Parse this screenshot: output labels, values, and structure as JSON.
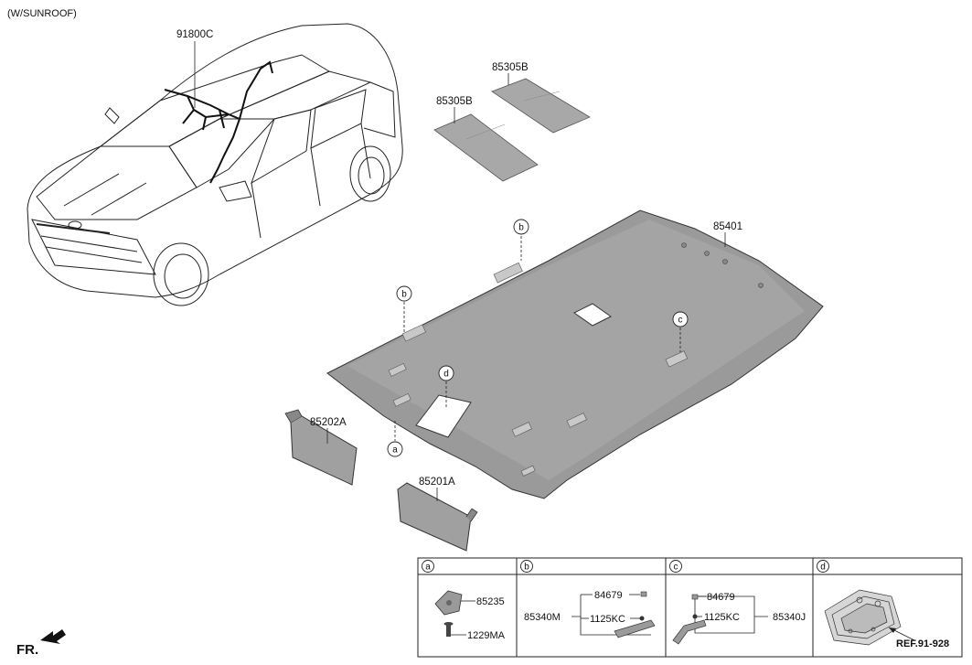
{
  "header": {
    "condition": "(W/SUNROOF)"
  },
  "parts": {
    "wiring": "91800C",
    "pad_rear": "85305B",
    "pad_front": "85305B",
    "headlining": "85401",
    "visor_lh": "85202A",
    "visor_rh": "85201A"
  },
  "callouts": {
    "a": "a",
    "b1": "b",
    "b2": "b",
    "c": "c",
    "d": "d"
  },
  "table": {
    "a": {
      "tag": "a",
      "p1": "85235",
      "p2": "1229MA"
    },
    "b": {
      "tag": "b",
      "p1": "84679",
      "p2": "1125KC",
      "main": "85340M"
    },
    "c": {
      "tag": "c",
      "p1": "84679",
      "p2": "1125KC",
      "main": "85340J"
    },
    "d": {
      "tag": "d",
      "ref": "REF.91-928"
    }
  },
  "footer": {
    "fr": "FR."
  },
  "colors": {
    "headlining": "#9a9a9a",
    "pad": "#a8a8a8",
    "line": "#222222"
  }
}
